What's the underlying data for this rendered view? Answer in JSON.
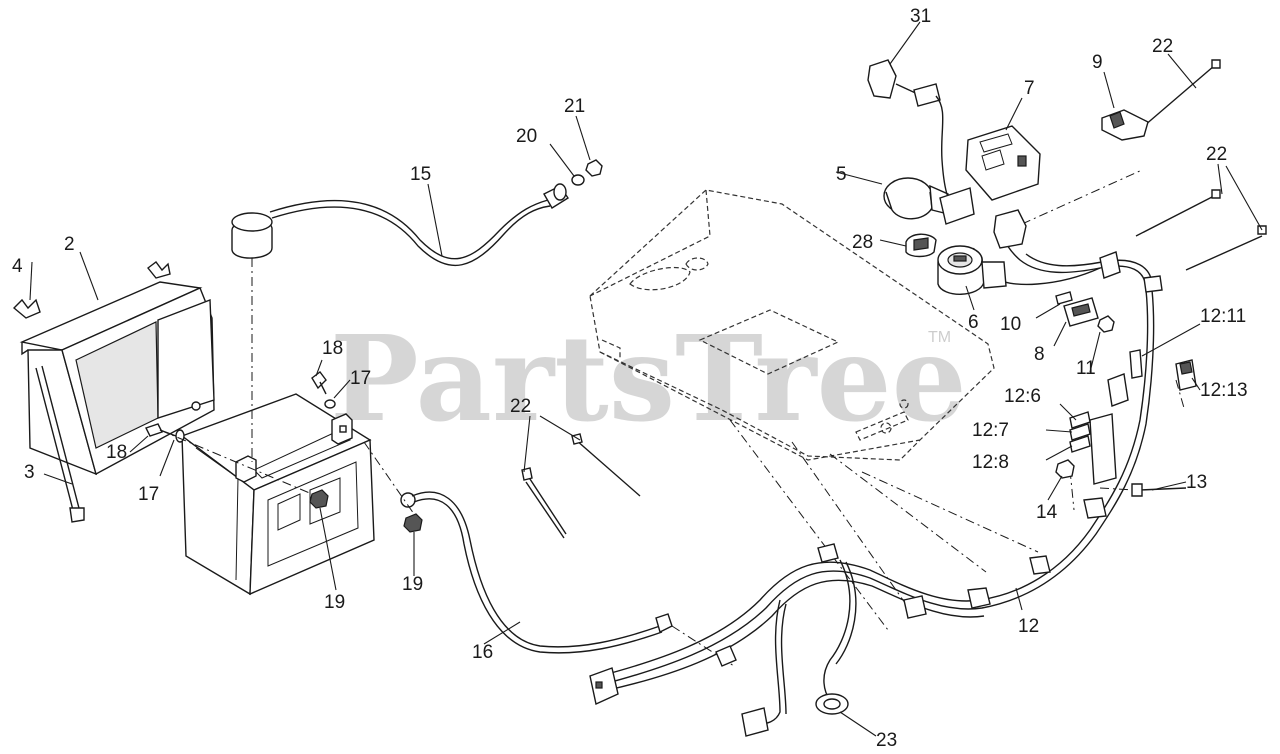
{
  "watermark": {
    "text": "PartsTree",
    "trademark": "TM"
  },
  "callouts": {
    "c2": "2",
    "c3": "3",
    "c4": "4",
    "c5": "5",
    "c6": "6",
    "c7": "7",
    "c8": "8",
    "c9": "9",
    "c10": "10",
    "c11": "11",
    "c12": "12",
    "c12_6": "12:6",
    "c12_7": "12:7",
    "c12_8": "12:8",
    "c12_11": "12:11",
    "c12_13": "12:13",
    "c13": "13",
    "c14": "14",
    "c15": "15",
    "c16": "16",
    "c17a": "17",
    "c17b": "17",
    "c18a": "18",
    "c18b": "18",
    "c19a": "19",
    "c19b": "19",
    "c20": "20",
    "c21": "21",
    "c22a": "22",
    "c22b": "22",
    "c22c": "22",
    "c23": "23",
    "c28": "28",
    "c31": "31"
  }
}
